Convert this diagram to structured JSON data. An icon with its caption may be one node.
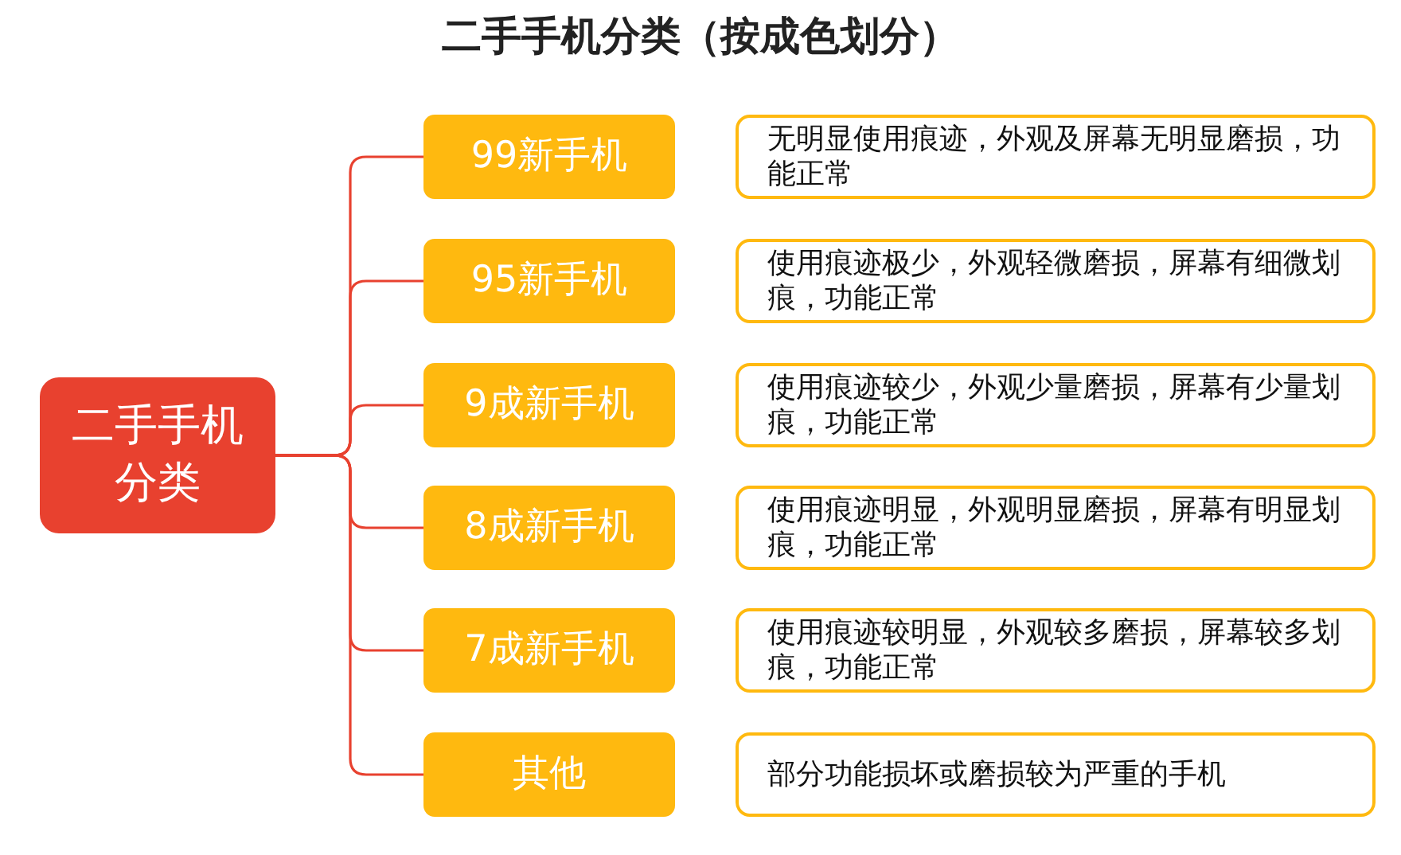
{
  "diagram": {
    "title": "二手手机分类（按成色划分）",
    "nodes": [
      {
        "text": [
          "二手手机分类"
        ]
      },
      {
        "text": [
          "99新手机"
        ]
      },
      {
        "text": [
          "95新手机"
        ]
      },
      {
        "text": [
          "9成新手机"
        ]
      },
      {
        "text": [
          "8成新手机"
        ]
      },
      {
        "text": [
          "7成新手机"
        ]
      },
      {
        "text": [
          "其他"
        ]
      },
      {
        "text": [
          "无明显使用痕迹，外观及屏幕无明显磨损，功能正常"
        ]
      },
      {
        "text": [
          "使用痕迹极少，外观轻微磨损，屏幕有细微划痕，功能正常"
        ]
      },
      {
        "text": [
          "使用痕迹较少，外观少量磨损，屏幕有少量划痕，功能正常"
        ]
      },
      {
        "text": [
          "使用痕迹明显，外观明显磨损，屏幕有明显划痕，功能正常"
        ]
      },
      {
        "text": [
          "使用痕迹较明显，外观较多磨损，屏幕较多划痕，功能正常"
        ]
      },
      {
        "text": [
          "部分功能损坏或磨损较为严重的手机"
        ]
      }
    ],
    "edges": [
      {
        "from": 0,
        "to": 1,
        "arrow": "none"
      },
      {
        "from": 0,
        "to": 2,
        "arrow": "none"
      },
      {
        "from": 0,
        "to": 3,
        "arrow": "none"
      },
      {
        "from": 0,
        "to": 4,
        "arrow": "none"
      },
      {
        "from": 0,
        "to": 5,
        "arrow": "none"
      },
      {
        "from": 0,
        "to": 6,
        "arrow": "none"
      }
    ]
  }
}
